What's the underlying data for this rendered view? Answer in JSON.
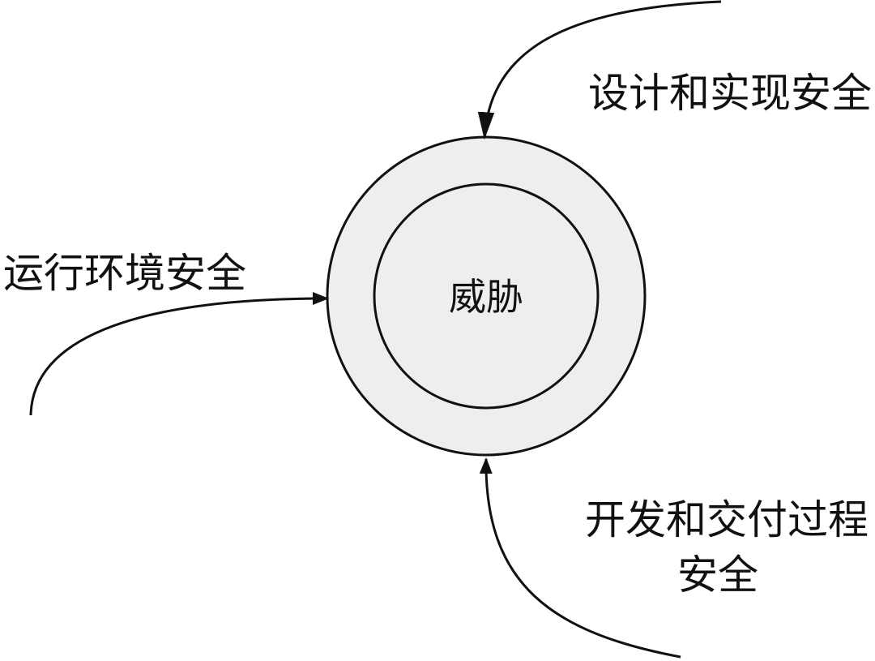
{
  "center": {
    "label": "威胁",
    "fill": "#eeeeee",
    "stroke": "#111111"
  },
  "labels": {
    "design_impl": "设计和实现安全",
    "runtime_env": "运行环境安全",
    "dev_delivery_line1": "开发和交付过程",
    "dev_delivery_line2": "安全"
  }
}
